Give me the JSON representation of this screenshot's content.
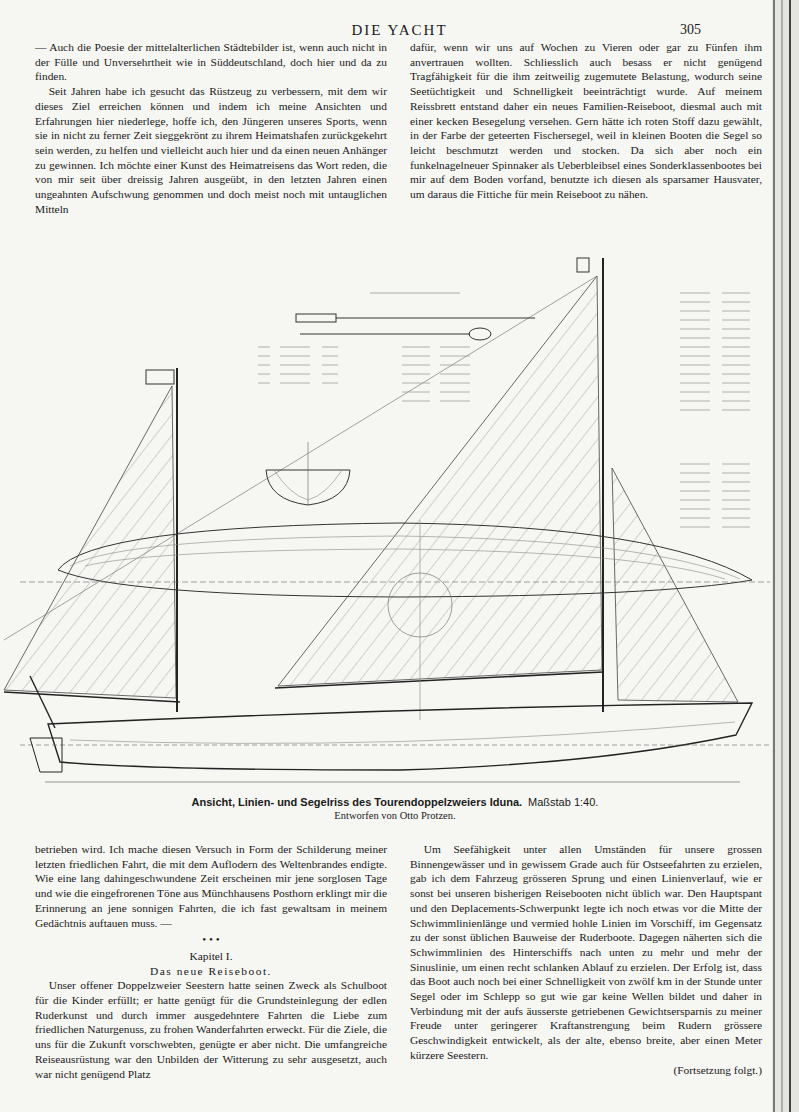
{
  "diagram": {
    "title": "DIE YACHT",
    "caption": "Ansicht, Linien- und Segelriss des Tourendoppelzweiers Iduna.",
    "labels": [
      "305",
      "— Auch die Poesie der mittelalterlichen Städtebilder ist, wenn auch nicht in der Fülle und Unversehrtheit wie in Süddeutschland, doch hier und da zu finden.",
      "Seit Jahren habe ich gesucht das Rüstzeug zu verbessern, mit dem wir dieses Ziel erreichen können und indem ich meine Ansichten und Erfahrungen hier niederlege, hoffe ich, den Jüngeren unseres Sports, wenn sie in nicht zu ferner Zeit sieggekrönt zu ihrem Heimatshafen zurückgekehrt sein werden, zu helfen und vielleicht auch hier und da einen neuen Anhänger zu gewinnen. Ich möchte einer Kunst des Heimatreisens das Wort reden, die von mir seit über dreissig Jahren ausgeübt, in den letzten Jahren einen ungeahnten Aufschwung genommen und doch meist noch mit untauglichen Mitteln",
      "dafür, wenn wir uns auf Wochen zu Vieren oder gar zu Fünfen ihm anvertrauen wollten. Schliesslich auch besass er nicht genügend Tragfähigkeit für die ihm zeitweilig zugemutete Belastung, wodurch seine Seetüchtigkeit und Schnelligkeit beeinträchtigt wurde. Auf meinem Reissbrett entstand daher ein neues Familien-Reiseboot, diesmal auch mit einer kecken Besegelung versehen. Gern hätte ich roten Stoff dazu gewählt, in der Farbe der geteerten Fischersegel, weil in kleinen Booten die Segel so leicht beschmutzt werden und stocken. Da sich aber noch ein funkelnagelneuer Spinnaker als Ueberbleibsel eines Sonderklassenbootes bei mir auf dem Boden vorfand, benutzte ich diesen als sparsamer Hausvater, um daraus die Fittiche für mein Reiseboot zu nähen.",
      "Maßstab 1:40.",
      "Entworfen von Otto Protzen.",
      "betrieben wird. Ich mache diesen Versuch in Form der Schilderung meiner letzten friedlichen Fahrt, die mit dem Auflodern des Weltenbrandes endigte. Wie eine lang dahingeschwundene Zeit erscheinen mir jene sorglosen Tage und wie die eingefrorenen Töne aus Münchhausens Posthorn erklingt mir die Erinnerung an jene sonnigen Fahrten, die ich fast gewaltsam in meinem Gedächtnis auftauen muss. —",
      "•   •   •",
      "Kapitel I.",
      "Das neue Reiseboot.",
      "Unser offener Doppelzweier Seestern hatte seinen Zweck als Schulboot für die Kinder erfüllt; er hatte genügt für die Grundsteinlegung der edlen Ruderkunst und durch immer ausgedehntere Fahrten die Liebe zum friedlichen Naturgenuss, zu frohen Wanderfahrten erweckt. Für die Ziele, die uns für die Zukunft vorschwebten, genügte er aber nicht. Die umfangreiche Reiseausrüstung war den Unbilden der Witterung zu sehr ausgesetzt, auch war nicht genügend Platz",
      "Um Seefähigkeit unter allen Umständen für unsere grossen Binnengewässer und in gewissem Grade auch für Ostseefahrten zu erzielen, gab ich dem Fahrzeug grösseren Sprung und einen Linienverlauf, wie er sonst bei unseren bisherigen Reisebooten nicht üblich war. Den Hauptspant und den Deplacements-Schwerpunkt legte ich noch etwas vor die Mitte der Schwimmlinienlänge und vermied hohle Linien im Vorschiff, im Gegensatz zu der sonst üblichen Bauweise der Ruderboote. Dagegen näherten sich die Schwimmlinien des Hinterschiffs nach unten zu mehr und mehr der Sinuslinie, um einen recht schlanken Ablauf zu erzielen. Der Erfolg ist, dass das Boot auch noch bei einer Schnelligkeit von zwölf km in der Stunde unter Segel oder im Schlepp so gut wie gar keine Wellen bildet und daher in Verbindung mit der aufs äusserste getriebenen Gewichtsersparnis zu meiner Freude unter geringerer Kraftanstrengung beim Rudern grössere Geschwindigkeit entwickelt, als der alte, ebenso breite, aber einen Meter kürzere Seestern.",
      "(Fortsetzung folgt.)"
    ]
  }
}
